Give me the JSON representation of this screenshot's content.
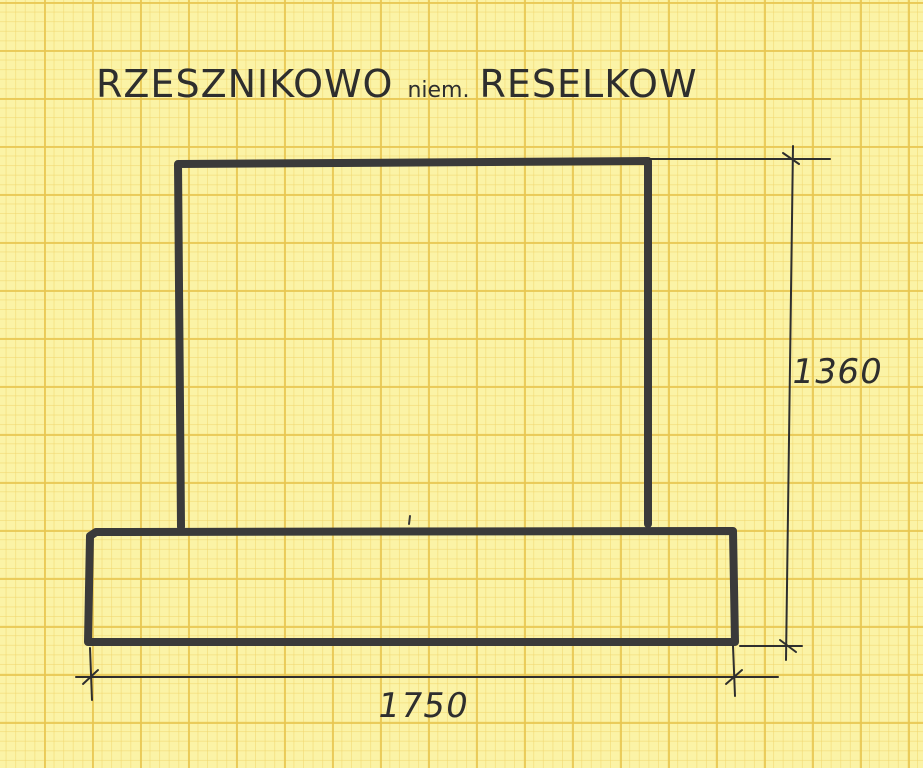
{
  "title": {
    "name": "RZESZNIKOWO",
    "abbr": "niem.",
    "german_name": "RESELKOW"
  },
  "dimensions": {
    "height": "1360",
    "width": "1750"
  },
  "colors": {
    "paper": "#fbf3a6",
    "grid": "#e8c650",
    "ink": "#2e2e2e"
  }
}
